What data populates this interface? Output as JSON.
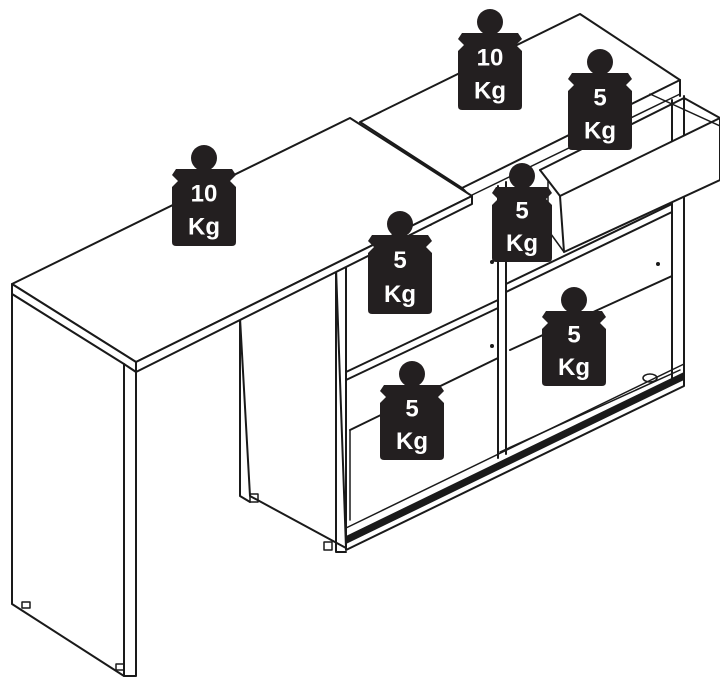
{
  "weights": [
    {
      "id": "desk-top",
      "value": "10",
      "unit": "Kg"
    },
    {
      "id": "top-back",
      "value": "10",
      "unit": "Kg"
    },
    {
      "id": "drawer",
      "value": "5",
      "unit": "Kg"
    },
    {
      "id": "shelf-right-top",
      "value": "5",
      "unit": "Kg"
    },
    {
      "id": "shelf-left-top",
      "value": "5",
      "unit": "Kg"
    },
    {
      "id": "shelf-right-low",
      "value": "5",
      "unit": "Kg"
    },
    {
      "id": "shelf-left-low",
      "value": "5",
      "unit": "Kg"
    }
  ]
}
